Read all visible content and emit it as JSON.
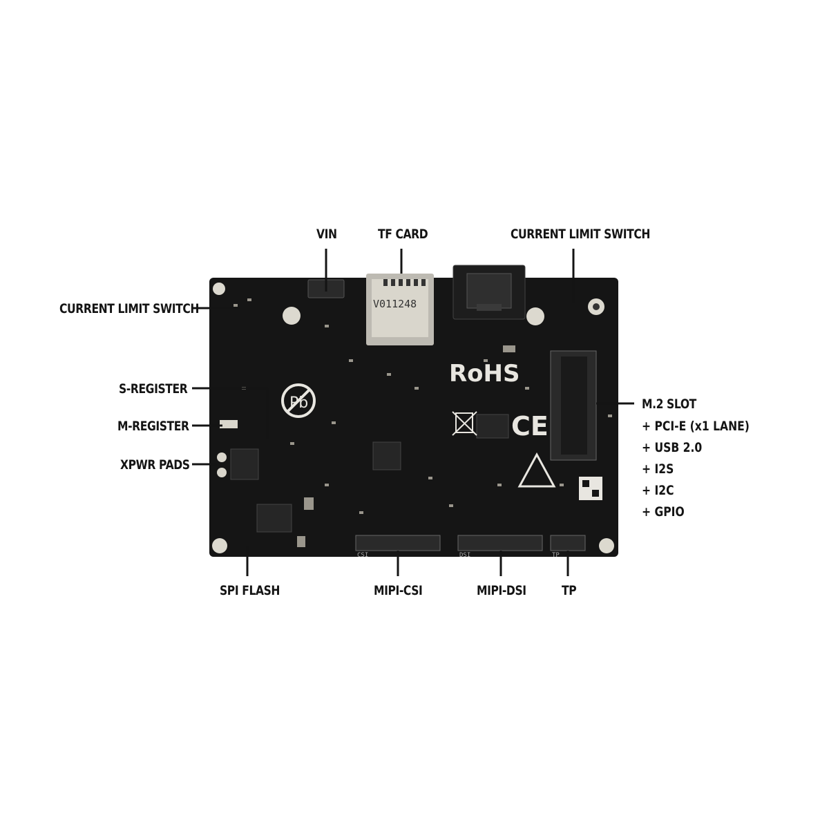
{
  "labels": {
    "vin": "VIN",
    "tf_card": "TF CARD",
    "current_limit_switch_top": "CURRENT LIMIT SWITCH",
    "current_limit_switch_left": "CURRENT LIMIT SWITCH",
    "s_register": "S-REGISTER",
    "m_register": "M-REGISTER",
    "xpwr_pads": "XPWR PADS",
    "spi_flash": "SPI FLASH",
    "mipi_csi": "MIPI-CSI",
    "mipi_dsi": "MIPI-DSI",
    "tp": "TP",
    "m2_slot": "M.2 SLOT"
  },
  "m2_features": [
    "+ PCI-E (x1 LANE)",
    "+ USB 2.0",
    "+ I2S",
    "+ I2C",
    "+ GPIO"
  ],
  "board_markings": {
    "rohs": "RoHS",
    "ce": "CE",
    "tf_code": "V011248",
    "pb": "Pb",
    "csi": "CSI",
    "dsi": "DSI",
    "tp": "TP"
  },
  "colors": {
    "board": "#151515",
    "label": "#141414",
    "leader": "#141414",
    "pad": "#d9d6cc",
    "connector": "#2a2a2a"
  }
}
